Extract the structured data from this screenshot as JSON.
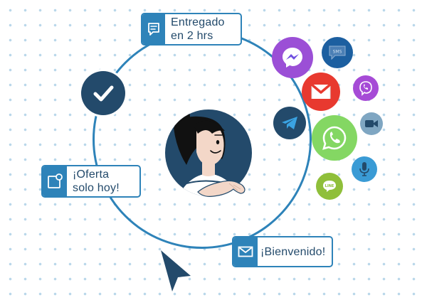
{
  "bubbles": {
    "delivered": {
      "text": "Entregado\nen 2 hrs",
      "icon": "chat-note-icon"
    },
    "offer": {
      "text": "¡Oferta\nsolo hoy!",
      "icon": "notification-icon"
    },
    "welcome": {
      "text": "¡Bienvenido!",
      "icon": "envelope-icon"
    }
  },
  "icons": {
    "check": "check-icon",
    "messenger": "messenger-icon",
    "sms": "sms-icon",
    "gmail": "gmail-icon",
    "viber": "viber-icon",
    "telegram": "telegram-icon",
    "whatsapp": "whatsapp-icon",
    "video": "video-camera-icon",
    "voice": "microphone-icon",
    "line": "line-icon"
  },
  "colors": {
    "ring": "#2e83b9",
    "navy": "#234a6b",
    "messenger": "#9b4fd6",
    "sms": "#1c5fa0",
    "gmail": "#e8392f",
    "viber": "#a64bd6",
    "telegram": "#234a6b",
    "whatsapp": "#84d763",
    "video": "#7fa6c2",
    "voice": "#3a9bd5",
    "line": "#8fbf3a"
  }
}
